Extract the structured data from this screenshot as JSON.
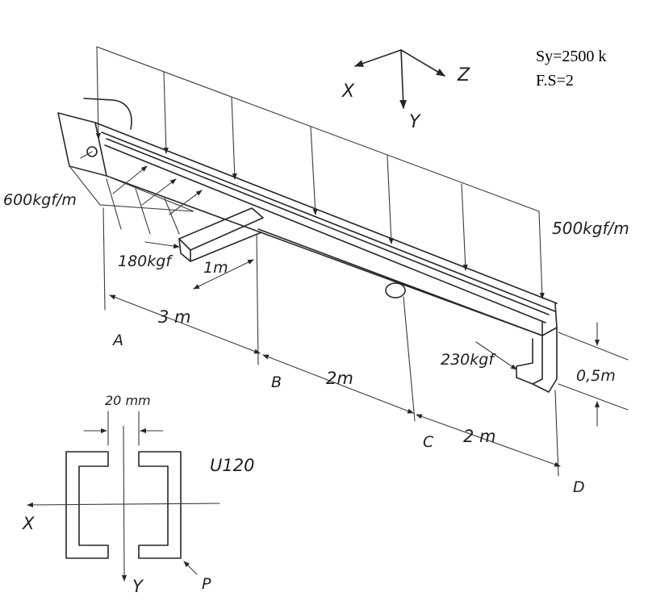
{
  "material": {
    "sy": "Sy=2500 k",
    "fs": "F.S=2"
  },
  "axes": {
    "x": "X",
    "y": "Y",
    "z": "Z"
  },
  "loads": {
    "distributed_left": "600kgf/m",
    "distributed_top": "500kgf/m",
    "point_b": "180kgf",
    "point_d": "230kgf"
  },
  "dimensions": {
    "ab": "3 m",
    "bc": "2m",
    "cd": "2 m",
    "arm_b": "1m",
    "arm_d": "0,5m",
    "gap": "20 mm"
  },
  "points": {
    "a": "A",
    "b": "B",
    "c": "C",
    "d": "D"
  },
  "section": {
    "profile": "U120",
    "axis_x": "X",
    "axis_y": "Y",
    "point_p": "P"
  }
}
